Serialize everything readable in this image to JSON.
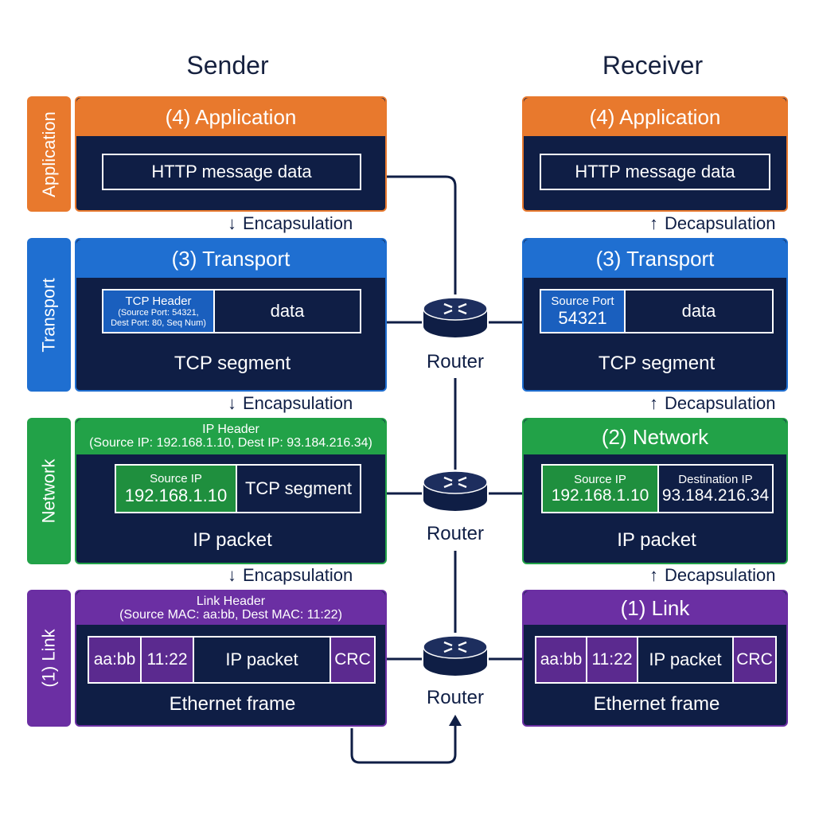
{
  "titles": {
    "sender": "Sender",
    "receiver": "Receiver"
  },
  "side_tabs": {
    "application": "Application",
    "transport": "Transport",
    "network": "Network",
    "link": "(1) Link"
  },
  "sender": {
    "application": {
      "header": "(4) Application",
      "box": "HTTP message data"
    },
    "transport": {
      "header": "(3) Transport",
      "tcp_header": "TCP Header",
      "tcp_header_detail_1": "(Source Port: 54321,",
      "tcp_header_detail_2": "Dest Port: 80, Seq Num)",
      "data": "data",
      "caption": "TCP segment"
    },
    "network": {
      "header_1": "IP Header",
      "header_2": "(Source IP: 192.168.1.10, Dest IP: 93.184.216.34)",
      "source_ip_label": "Source IP",
      "source_ip": "192.168.1.10",
      "payload": "TCP segment",
      "caption": "IP packet"
    },
    "link": {
      "header_1": "Link Header",
      "header_2": "(Source MAC: aa:bb, Dest MAC: 11:22)",
      "src_mac": "aa:bb",
      "dst_mac": "11:22",
      "payload": "IP packet",
      "crc": "CRC",
      "caption": "Ethernet frame"
    }
  },
  "receiver": {
    "application": {
      "header": "(4) Application",
      "box": "HTTP message data"
    },
    "transport": {
      "header": "(3) Transport",
      "source_port_label": "Source Port",
      "source_port": "54321",
      "data": "data",
      "caption": "TCP segment"
    },
    "network": {
      "header": "(2) Network",
      "source_ip_label": "Source IP",
      "source_ip": "192.168.1.10",
      "dest_ip_label": "Destination IP",
      "dest_ip": "93.184.216.34",
      "caption": "IP packet"
    },
    "link": {
      "header": "(1) Link",
      "src_mac": "aa:bb",
      "dst_mac": "11:22",
      "payload": "IP packet",
      "crc": "CRC",
      "caption": "Ethernet frame"
    }
  },
  "arrows": {
    "encapsulation": "Encapsulation",
    "decapsulation": "Decapsulation"
  },
  "routers": [
    "Router",
    "Router",
    "Router"
  ],
  "colors": {
    "navy": "#0f1e45",
    "application": "#e8792d",
    "transport": "#1f6fd1",
    "network": "#22a248",
    "link": "#6b2fa3",
    "ip_green": "#1f8f3e",
    "port_blue": "#1a5fbe",
    "mac_purple": "#5b2a8f"
  }
}
